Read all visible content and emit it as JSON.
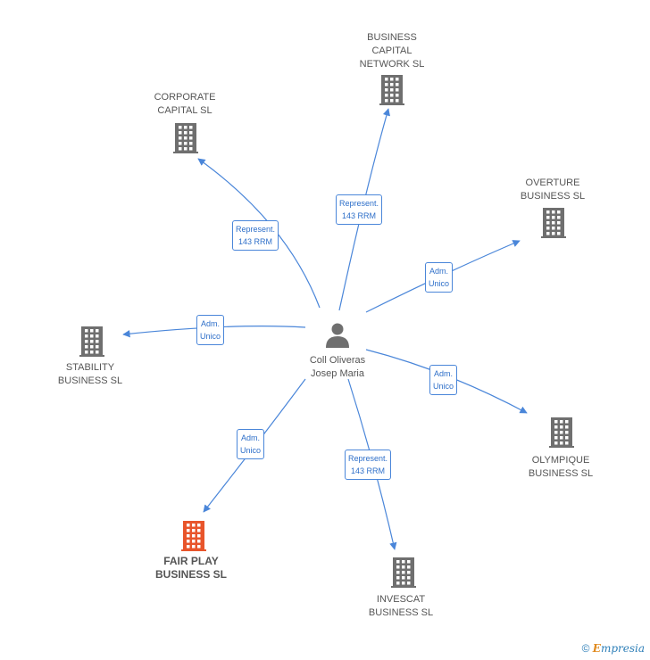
{
  "person": {
    "name": "Coll Oliveras\nJosep Maria"
  },
  "companies": [
    {
      "id": "corporate",
      "name": "CORPORATE\nCAPITAL  SL",
      "highlight": false
    },
    {
      "id": "bcn",
      "name": "BUSINESS\nCAPITAL\nNETWORK SL",
      "highlight": false
    },
    {
      "id": "overture",
      "name": "OVERTURE\nBUSINESS  SL",
      "highlight": false
    },
    {
      "id": "stability",
      "name": "STABILITY\nBUSINESS  SL",
      "highlight": false
    },
    {
      "id": "olympique",
      "name": "OLYMPIQUE\nBUSINESS  SL",
      "highlight": false
    },
    {
      "id": "fairplay",
      "name": "FAIR PLAY\nBUSINESS  SL",
      "highlight": true
    },
    {
      "id": "invescat",
      "name": "INVESCAT\nBUSINESS SL",
      "highlight": false
    }
  ],
  "edges": [
    {
      "to": "corporate",
      "label": "Represent.\n143 RRM"
    },
    {
      "to": "bcn",
      "label": "Represent.\n143 RRM"
    },
    {
      "to": "overture",
      "label": "Adm.\nUnico"
    },
    {
      "to": "stability",
      "label": "Adm.\nUnico"
    },
    {
      "to": "olympique",
      "label": "Adm.\nUnico"
    },
    {
      "to": "fairplay",
      "label": "Adm.\nUnico"
    },
    {
      "to": "invescat",
      "label": "Represent.\n143 RRM"
    }
  ],
  "colors": {
    "edge": "#4a86d9",
    "building": "#6f6f6f",
    "building_highlight": "#e8552b",
    "person": "#6f6f6f"
  },
  "footer": {
    "copyright": "©",
    "brand_initial": "E",
    "brand_rest": "mpresia"
  }
}
